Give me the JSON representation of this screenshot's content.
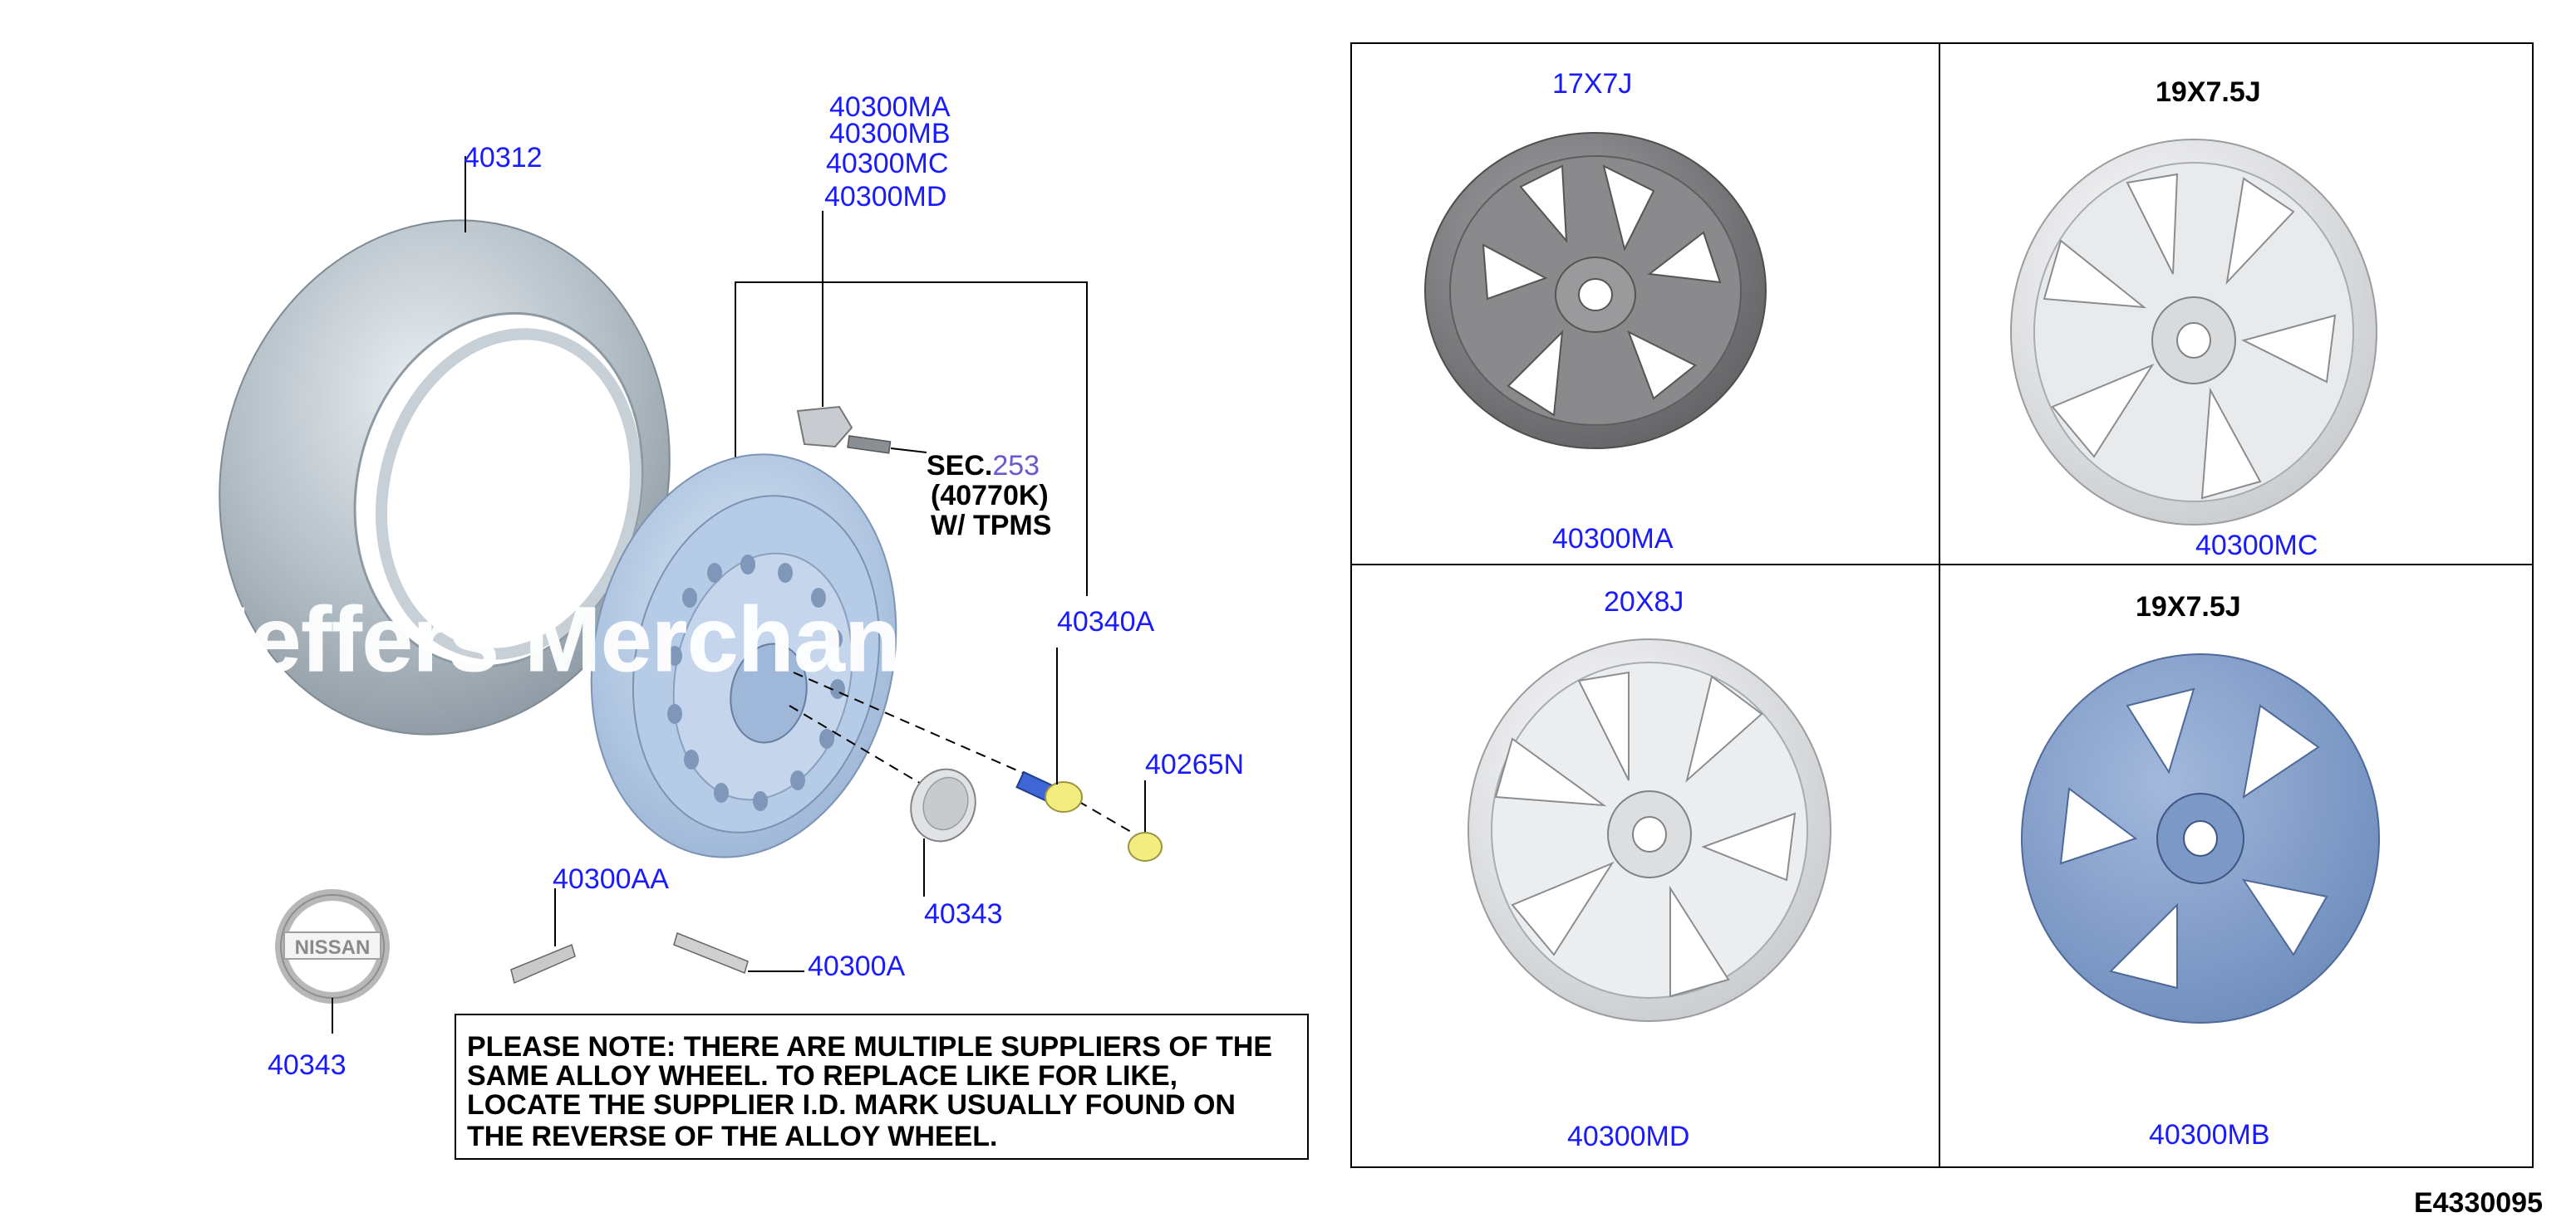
{
  "diagram": {
    "callouts": {
      "tire": "40312",
      "sensor_1": "40300MA",
      "sensor_2": "40300MB",
      "sensor_3": "40300MC",
      "sensor_4": "40300MD",
      "valve": "40340A",
      "nut": "40265N",
      "cap": "40343",
      "weight_a": "40300AA",
      "weight_b": "40300A",
      "emblem": "40343"
    },
    "sec_ref": {
      "prefix": "SEC.",
      "number": "253",
      "line2": "(40770K)",
      "line3": "W/ TPMS"
    },
    "emblem_text": "NISSAN",
    "note_lines": [
      "PLEASE NOTE: THERE ARE MULTIPLE SUPPLIERS OF THE",
      "SAME ALLOY WHEEL. TO REPLACE LIKE FOR LIKE,",
      "LOCATE THE SUPPLIER I.D. MARK USUALLY FOUND ON",
      "THE REVERSE OF THE ALLOY WHEEL."
    ],
    "wheel_grid": [
      {
        "size": "17X7J",
        "part": "40300MA"
      },
      {
        "size": "19X7.5J",
        "part": "40300MC"
      },
      {
        "size": "20X8J",
        "part": "40300MD"
      },
      {
        "size": "19X7.5J",
        "part": "40300MB"
      }
    ],
    "figure_id": "E4330095",
    "watermark": "Jeffers Merchant"
  },
  "colors": {
    "callout": "#1a1aff",
    "tire": "#a9b4bd",
    "steel_rim": "#a8c0de",
    "grey_alloy": "#7e7e80",
    "silver_alloy": "#e6e7e9",
    "blue_alloy": "#87a2cc",
    "nut": "#f2ed7e"
  },
  "icons": {
    "tpms_sensor": "tpms-sensor-icon",
    "valve_stem": "valve-stem-icon",
    "emblem": "nissan-emblem-icon"
  }
}
